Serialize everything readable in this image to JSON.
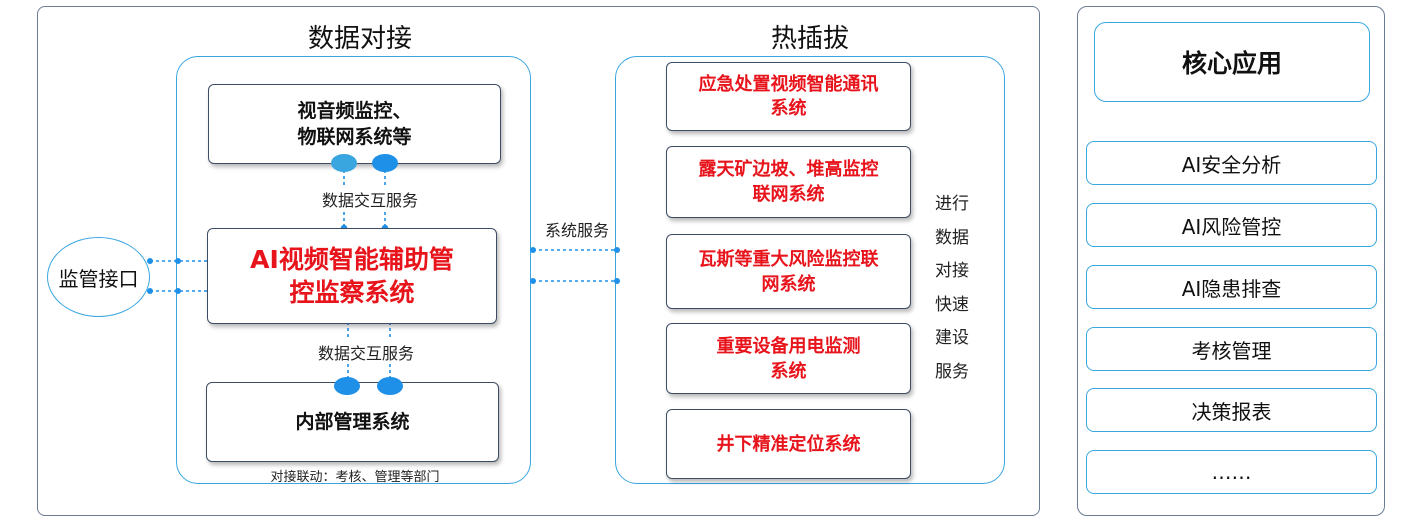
{
  "left_panel": {
    "data_docking_title": "数据对接",
    "hot_plug_title": "热插拔",
    "interface_ellipse": "监管接口",
    "top_system_line1": "视音频监控、",
    "top_system_line2": "物联网系统等",
    "exchange_service_top": "数据交互服务",
    "main_system_line1": "AI视频智能辅助管",
    "main_system_line2": "控监察系统",
    "exchange_service_bottom": "数据交互服务",
    "internal_system": "内部管理系统",
    "footer_note": "对接联动：考核、管理等部门",
    "system_service": "系统服务",
    "hot_plug_systems": [
      {
        "line1": "应急处置视频智能通讯",
        "line2": "系统"
      },
      {
        "line1": "露天矿边坡、堆高监控",
        "line2": "联网系统"
      },
      {
        "line1": "瓦斯等重大风险监控联",
        "line2": "网系统"
      },
      {
        "line1": "重要设备用电监测",
        "line2": "系统"
      },
      {
        "line1": "井下精准定位系统",
        "line2": ""
      }
    ],
    "vertical_text": [
      "进行",
      "数据",
      "对接",
      "快速",
      "建设",
      "服务"
    ]
  },
  "right_panel": {
    "header": "核心应用",
    "items": [
      "AI安全分析",
      "AI风险管控",
      "AI隐患排查",
      "考核管理",
      "决策报表",
      "……"
    ]
  },
  "colors": {
    "accent_cyan": "#3aa6e0",
    "connector_blue": "#1e90e8",
    "highlight_red": "#e8141c",
    "panel_border": "#6b7c93"
  }
}
